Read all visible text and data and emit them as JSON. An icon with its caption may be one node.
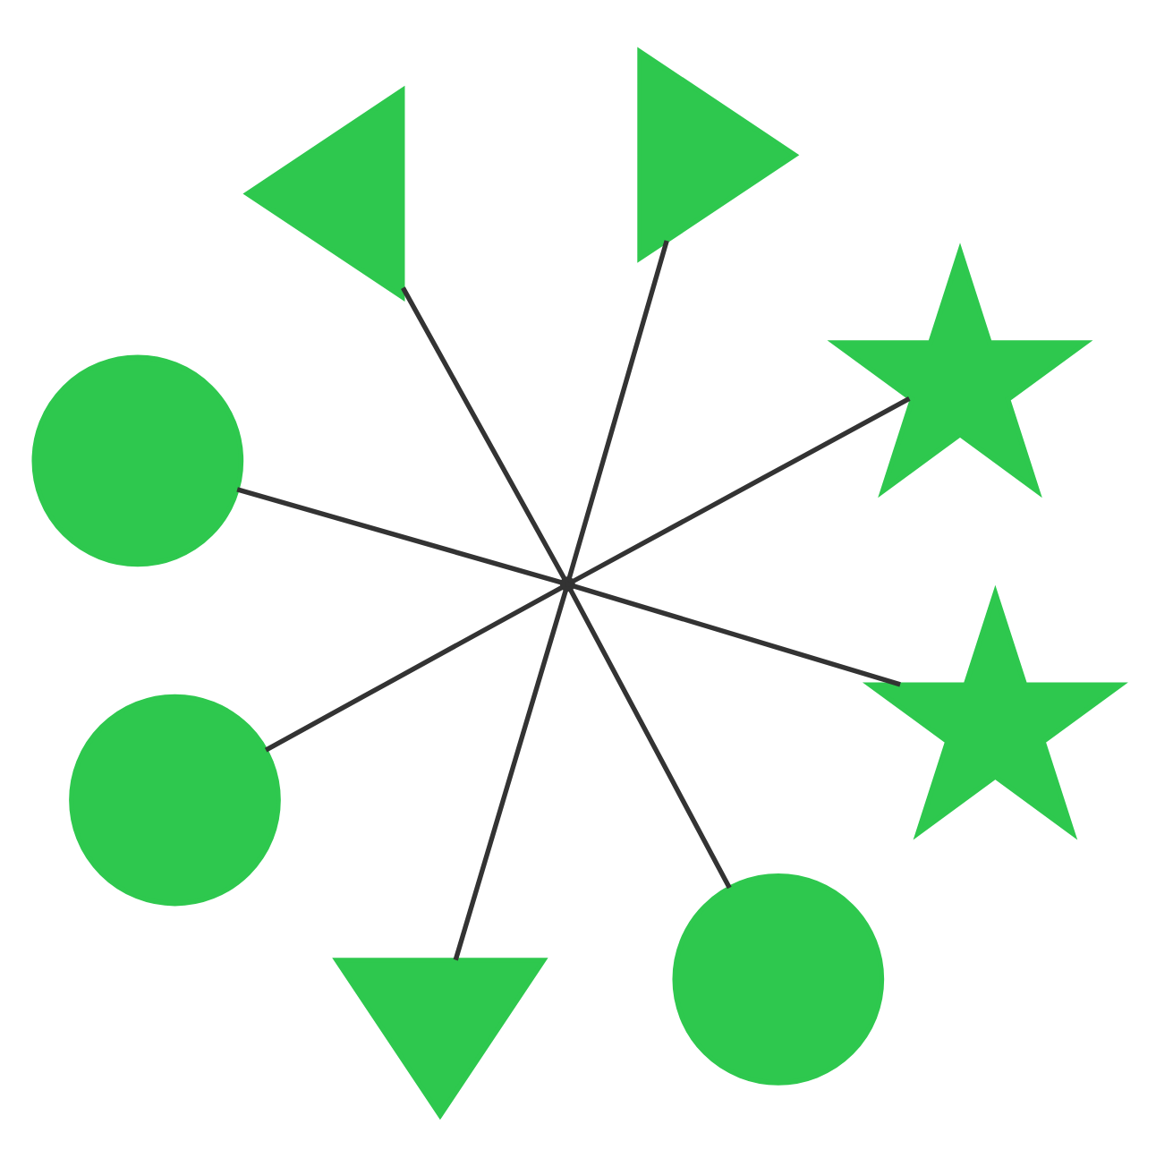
{
  "diagram": {
    "nodes": [
      {
        "text": [],
        "shape": "circle"
      },
      {
        "text": [],
        "shape": "star"
      },
      {
        "text": [],
        "shape": "circle"
      },
      {
        "text": [],
        "shape": "triangle"
      },
      {
        "text": [],
        "shape": "point"
      },
      {
        "text": [],
        "shape": "triangle"
      },
      {
        "text": [],
        "shape": "circle"
      },
      {
        "text": [],
        "shape": "star"
      },
      {
        "text": [],
        "shape": "triangle"
      }
    ],
    "edges": [
      {
        "from": 4,
        "to": 0,
        "arrow": "none"
      },
      {
        "from": 4,
        "to": 2,
        "arrow": "none"
      },
      {
        "from": 4,
        "to": 5,
        "arrow": "none"
      },
      {
        "from": 4,
        "to": 7,
        "arrow": "none"
      },
      {
        "from": 4,
        "to": 8,
        "arrow": "none"
      },
      {
        "from": 4,
        "to": 6,
        "arrow": "none"
      },
      {
        "from": 4,
        "to": 3,
        "arrow": "none"
      },
      {
        "from": 4,
        "to": 1,
        "arrow": "none"
      }
    ]
  }
}
